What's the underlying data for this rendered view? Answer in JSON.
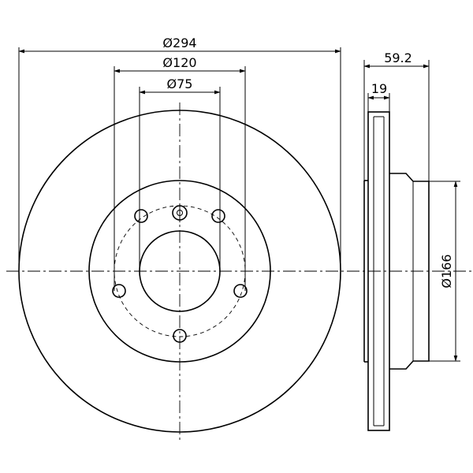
{
  "dimensions": {
    "outer_diameter": "Ø294",
    "pcd_diameter": "Ø120",
    "center_bore": "Ø75",
    "overall_height": "59.2",
    "disc_thickness": "19",
    "hat_diameter": "Ø166"
  }
}
